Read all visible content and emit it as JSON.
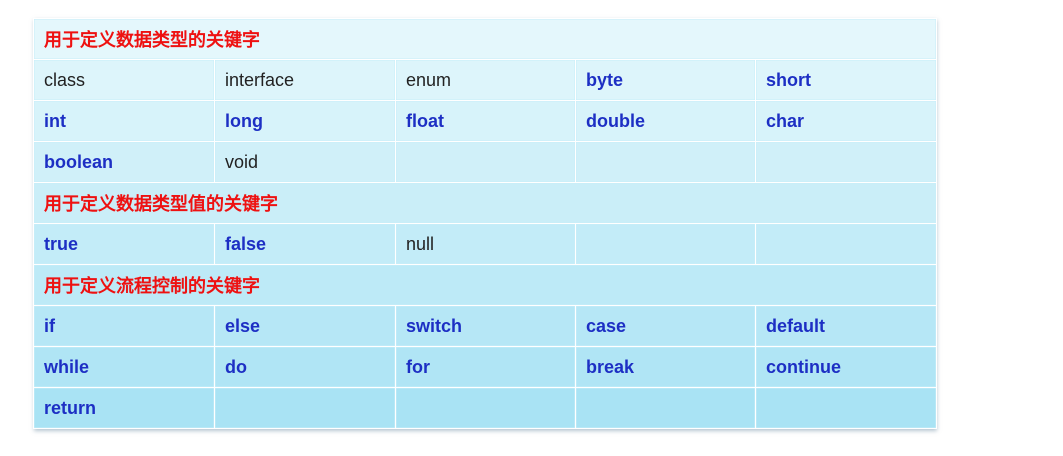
{
  "colors": {
    "section_text": "#ee1111",
    "keyword_bold": "#1d2fc4",
    "keyword_plain": "#222222",
    "cell_background_top": "#e4f7fc",
    "cell_background_bottom": "#a9e3f4",
    "grid_line": "#ffffff"
  },
  "sections": [
    {
      "title": "用于定义数据类型的关键字",
      "rows": [
        [
          {
            "text": "class",
            "style": "plain"
          },
          {
            "text": "interface",
            "style": "plain"
          },
          {
            "text": "enum",
            "style": "plain"
          },
          {
            "text": "byte",
            "style": "bold"
          },
          {
            "text": "short",
            "style": "bold"
          }
        ],
        [
          {
            "text": "int",
            "style": "bold"
          },
          {
            "text": "long",
            "style": "bold"
          },
          {
            "text": "float",
            "style": "bold"
          },
          {
            "text": "double",
            "style": "bold"
          },
          {
            "text": "char",
            "style": "bold"
          }
        ],
        [
          {
            "text": "boolean",
            "style": "bold"
          },
          {
            "text": "void",
            "style": "plain"
          },
          {
            "text": "",
            "style": "empty"
          },
          {
            "text": "",
            "style": "empty"
          },
          {
            "text": "",
            "style": "empty"
          }
        ]
      ]
    },
    {
      "title": "用于定义数据类型值的关键字",
      "rows": [
        [
          {
            "text": "true",
            "style": "bold"
          },
          {
            "text": "false",
            "style": "bold"
          },
          {
            "text": "null",
            "style": "plain"
          },
          {
            "text": "",
            "style": "empty"
          },
          {
            "text": "",
            "style": "empty"
          }
        ]
      ]
    },
    {
      "title": "用于定义流程控制的关键字",
      "rows": [
        [
          {
            "text": "if",
            "style": "bold"
          },
          {
            "text": "else",
            "style": "bold"
          },
          {
            "text": "switch",
            "style": "bold"
          },
          {
            "text": "case",
            "style": "bold"
          },
          {
            "text": "default",
            "style": "bold"
          }
        ],
        [
          {
            "text": "while",
            "style": "bold"
          },
          {
            "text": "do",
            "style": "bold"
          },
          {
            "text": "for",
            "style": "bold"
          },
          {
            "text": "break",
            "style": "bold"
          },
          {
            "text": "continue",
            "style": "bold"
          }
        ],
        [
          {
            "text": "return",
            "style": "bold"
          },
          {
            "text": "",
            "style": "empty"
          },
          {
            "text": "",
            "style": "empty"
          },
          {
            "text": "",
            "style": "empty"
          },
          {
            "text": "",
            "style": "empty"
          }
        ]
      ]
    }
  ]
}
